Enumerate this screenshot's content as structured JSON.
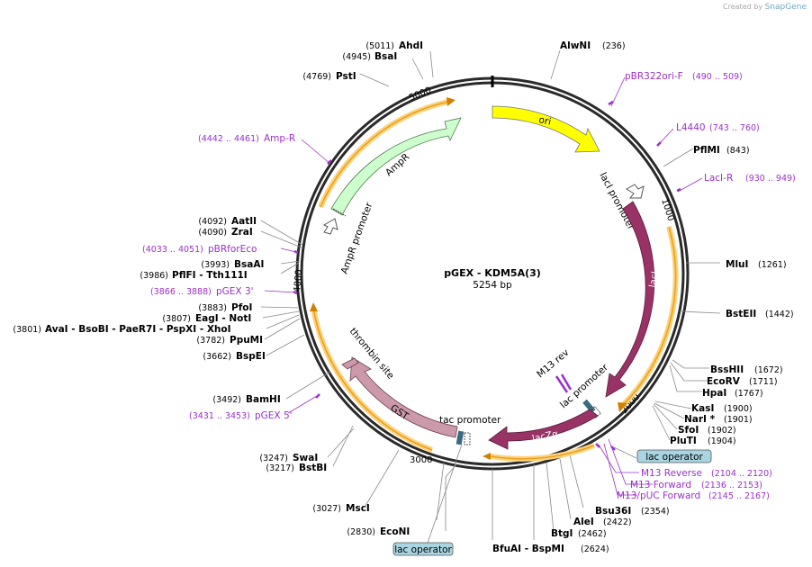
{
  "credit": {
    "prefix": "Created by",
    "brand": "SnapGene"
  },
  "plasmid": {
    "name": "pGEX - KDM5A(3)",
    "length": "5254 bp"
  },
  "ticks": [
    "1000",
    "2000",
    "3000",
    "4000",
    "5000"
  ],
  "enzymes": {
    "ahdi": {
      "name": "AhdI",
      "pos": "(5011)"
    },
    "bsai": {
      "name": "BsaI",
      "pos": "(4945)"
    },
    "psti": {
      "name": "PstI",
      "pos": "(4769)"
    },
    "alwni": {
      "name": "AlwNI",
      "pos": "(236)"
    },
    "pflmi": {
      "name": "PflMI",
      "pos": "(843)"
    },
    "mlui": {
      "name": "MluI",
      "pos": "(1261)"
    },
    "bsteii": {
      "name": "BstEII",
      "pos": "(1442)"
    },
    "bsshii": {
      "name": "BssHII",
      "pos": "(1672)"
    },
    "ecorv": {
      "name": "EcoRV",
      "pos": "(1711)"
    },
    "hpai": {
      "name": "HpaI",
      "pos": "(1767)"
    },
    "kasi": {
      "name": "KasI",
      "pos": "(1900)"
    },
    "nari": {
      "name": "NarI *",
      "pos": "(1901)"
    },
    "sfoi": {
      "name": "SfoI",
      "pos": "(1902)"
    },
    "pluti": {
      "name": "PluTI",
      "pos": "(1904)"
    },
    "bsu36i": {
      "name": "Bsu36I",
      "pos": "(2354)"
    },
    "alei": {
      "name": "AleI",
      "pos": "(2422)"
    },
    "btgi": {
      "name": "BtgI",
      "pos": "(2462)"
    },
    "bfuai": {
      "name": "BfuAI - BspMI",
      "pos": "(2624)"
    },
    "econi": {
      "name": "EcoNI",
      "pos": "(2830)"
    },
    "msci": {
      "name": "MscI",
      "pos": "(3027)"
    },
    "swai": {
      "name": "SwaI",
      "pos": "(3247)"
    },
    "bstbi": {
      "name": "BstBI",
      "pos": "(3217)"
    },
    "bamhi": {
      "name": "BamHI",
      "pos": "(3492)"
    },
    "bspei": {
      "name": "BspEI",
      "pos": "(3662)"
    },
    "ppumi": {
      "name": "PpuMI",
      "pos": "(3782)"
    },
    "avai": {
      "name": "AvaI - BsoBI - PaeR7I - PspXI - XhoI",
      "pos": "(3801)"
    },
    "eagi": {
      "name": "EagI - NotI",
      "pos": "(3807)"
    },
    "pfoi": {
      "name": "PfoI",
      "pos": "(3883)"
    },
    "pflfi": {
      "name": "PflFI - Tth111I",
      "pos": "(3986)"
    },
    "bsaai": {
      "name": "BsaAI",
      "pos": "(3993)"
    },
    "zrai": {
      "name": "ZraI",
      "pos": "(4090)"
    },
    "aatii": {
      "name": "AatII",
      "pos": "(4092)"
    }
  },
  "primers": {
    "pbr322ori": {
      "name": "pBR322ori-F",
      "range": "(490 .. 509)"
    },
    "l4440": {
      "name": "L4440",
      "range": "(743 .. 760)"
    },
    "laci_r": {
      "name": "LacI-R",
      "range": "(930 .. 949)"
    },
    "m13rev_long": {
      "name": "M13 Reverse",
      "range": "(2104 .. 2120)"
    },
    "m13fwd": {
      "name": "M13 Forward",
      "range": "(2136 .. 2153)"
    },
    "m13puc": {
      "name": "M13/pUC Forward",
      "range": "(2145 .. 2167)"
    },
    "pgex5": {
      "name": "pGEX 5'",
      "range": "(3431 .. 3453)"
    },
    "pgex3": {
      "name": "pGEX 3'",
      "range": "(3866 .. 3888)"
    },
    "pbrforeco": {
      "name": "pBRforEco",
      "range": "(4033 .. 4051)"
    },
    "ampr_p": {
      "name": "Amp-R",
      "range": "(4442 .. 4461)"
    }
  },
  "features": {
    "ori": "ori",
    "laci_promoter": "lacI promoter",
    "laci": "lacI",
    "lac_promoter": "lac promoter",
    "laczalpha": "lacZα",
    "tac_promoter": "tac promoter",
    "gst": "GST",
    "thrombin": "thrombin site",
    "ampr": "AmpR",
    "ampr_promoter": "AmpR promoter",
    "m13rev": "M13 rev",
    "lac_operator_1": "lac operator",
    "lac_operator_2": "lac operator"
  },
  "colors": {
    "ori": "#ffff00",
    "laci": "#993366",
    "gst": "#cc99aa",
    "ampr": "#ccffcc",
    "primer": "#9b30c8",
    "operator": "#a9d5e2",
    "orf": "#ffb600"
  }
}
